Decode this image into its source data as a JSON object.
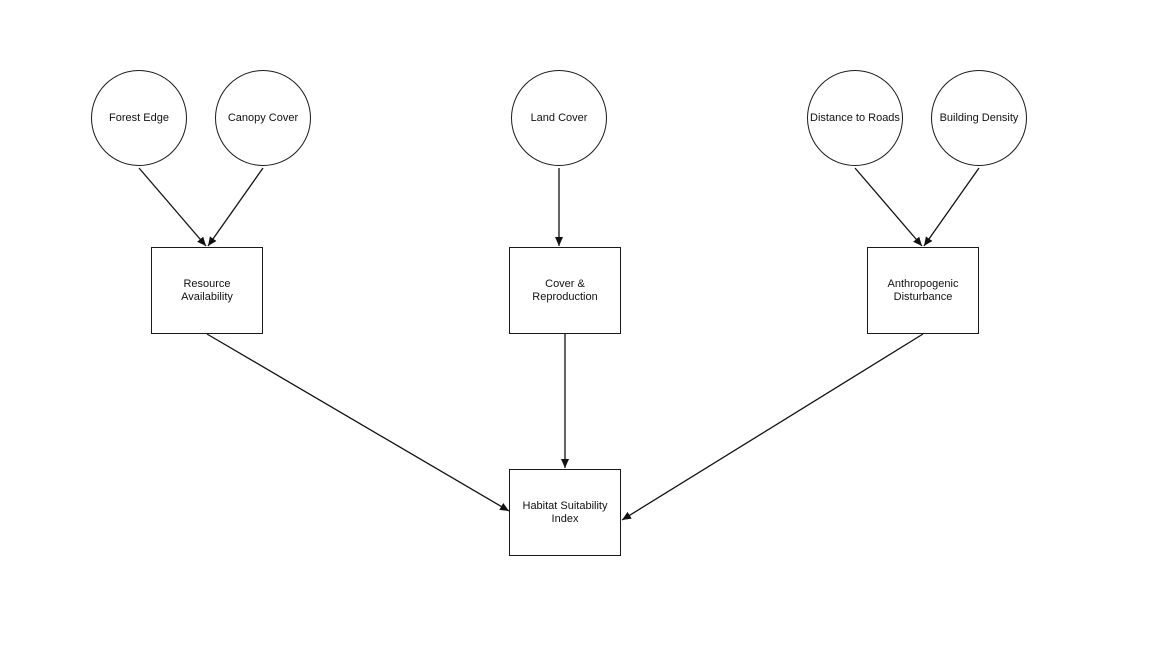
{
  "nodes": {
    "forest_edge": "Forest Edge",
    "canopy_cover": "Canopy Cover",
    "land_cover": "Land Cover",
    "distance_to_roads": "Distance to Roads",
    "building_density": "Building Density",
    "resource_availability": "Resource Availability",
    "cover_reproduction": "Cover & Reproduction",
    "anthropogenic_disturbance": "Anthropogenic Disturbance",
    "habitat_suitability_index": "Habitat Suitability Index"
  },
  "edges": [
    [
      "forest_edge",
      "resource_availability"
    ],
    [
      "canopy_cover",
      "resource_availability"
    ],
    [
      "land_cover",
      "cover_reproduction"
    ],
    [
      "distance_to_roads",
      "anthropogenic_disturbance"
    ],
    [
      "building_density",
      "anthropogenic_disturbance"
    ],
    [
      "resource_availability",
      "habitat_suitability_index"
    ],
    [
      "cover_reproduction",
      "habitat_suitability_index"
    ],
    [
      "anthropogenic_disturbance",
      "habitat_suitability_index"
    ]
  ],
  "colors": {
    "line": "#111111",
    "background": "#ffffff"
  }
}
